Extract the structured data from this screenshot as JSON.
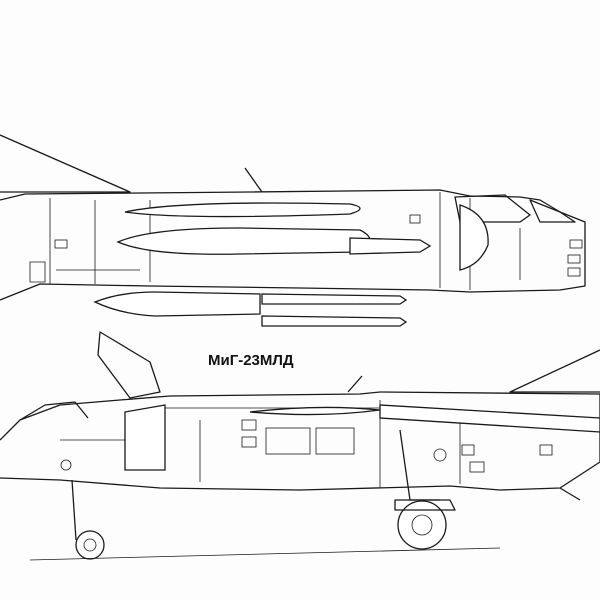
{
  "drawing": {
    "title": "МиГ-23МЛД",
    "views": [
      "top-view",
      "side-view"
    ],
    "line_color": "#1a1a1a",
    "background": "#fdfdfd"
  }
}
